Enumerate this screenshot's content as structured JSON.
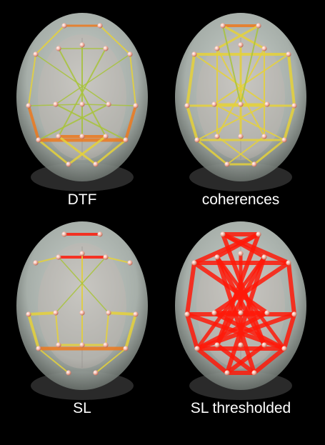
{
  "figure": {
    "panels": [
      {
        "id": "dtf",
        "caption": "DTF",
        "edge_palette": "yellow-orange-mixed"
      },
      {
        "id": "coherences",
        "caption": "coherences",
        "edge_palette": "yellow-dense"
      },
      {
        "id": "sl",
        "caption": "SL",
        "edge_palette": "yellow-sparse-red-top"
      },
      {
        "id": "sl-thresholded",
        "caption": "SL thresholded",
        "edge_palette": "red-thick"
      }
    ],
    "colors": {
      "background": "#000000",
      "head": "#b9c2bc",
      "electrode": "#f3b1a1",
      "edge_yellow": "#e6d23a",
      "edge_orange": "#ee7a1e",
      "edge_red": "#ff1a0a",
      "edge_green": "#a8c43a"
    }
  }
}
